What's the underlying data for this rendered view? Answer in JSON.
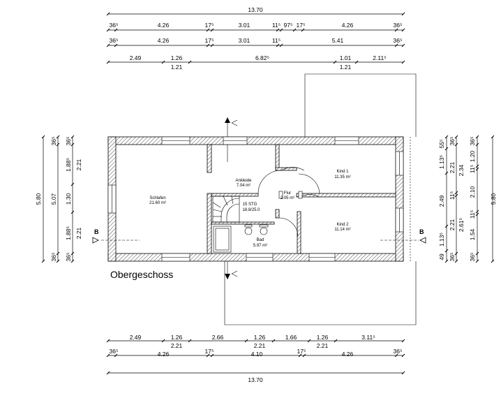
{
  "title": "Obergeschoss",
  "section_marker": "B",
  "top_dims": {
    "overall": "13.70",
    "row1": [
      "36⁵",
      "4.26",
      "17⁵",
      "3.01",
      "11⁵",
      "97⁵",
      "17⁵",
      "4.26",
      "36⁵"
    ],
    "row2": [
      "36⁵",
      "4.26",
      "17⁵",
      "3.01",
      "11⁵",
      "5.41",
      "36⁵"
    ],
    "row3": [
      "2.49",
      "1.26",
      "6.82⁵",
      "1.01",
      "2.11⁵"
    ],
    "row3_sub": [
      "1.21",
      "1.21"
    ]
  },
  "bottom_dims": {
    "row1": [
      "2.49",
      "1.26",
      "2.66",
      "1.26",
      "1.66",
      "1.26",
      "3.11⁵"
    ],
    "row1_sub": [
      "2.21",
      "2.21",
      "2.21"
    ],
    "row2": [
      "36⁵",
      "4.26",
      "17⁵",
      "4.10",
      "17⁵",
      "4.26",
      "36⁵"
    ],
    "overall": "13.70"
  },
  "left_dims": {
    "overall": "5.80",
    "inner": "5.07",
    "seg": [
      "36⁵",
      "1.88⁵",
      "1.30",
      "1.88⁵",
      "36⁵"
    ],
    "sub": [
      "2.21",
      "2.21"
    ],
    "edge": [
      "36⁵",
      "36⁵"
    ]
  },
  "right_dims": {
    "overall": "5.80",
    "a": [
      "55⁵",
      "1.13⁵",
      "2.49",
      "1.13⁵",
      "49"
    ],
    "b": [
      "36⁵",
      "2.21",
      "11⁵",
      "2.21",
      "36⁵"
    ],
    "c": [
      "2.34",
      "2.61⁵"
    ],
    "d": [
      "36⁵",
      "1.20",
      "11⁵",
      "2.10",
      "11⁵",
      "1.54",
      "36⁵"
    ]
  },
  "rooms": [
    {
      "name": "Schlafen",
      "area": "21.60 m²"
    },
    {
      "name": "Ankleide",
      "area": "7.04 m²"
    },
    {
      "name": "Flur",
      "area": "2.05 m²"
    },
    {
      "name": "Kind 1",
      "area": "11.35 m²"
    },
    {
      "name": "Kind 2",
      "area": "11.14 m²"
    },
    {
      "name": "Bad",
      "area": "5.97 m²"
    }
  ],
  "stair": {
    "label": "15 STG",
    "ratio": "18.8/25.0"
  }
}
